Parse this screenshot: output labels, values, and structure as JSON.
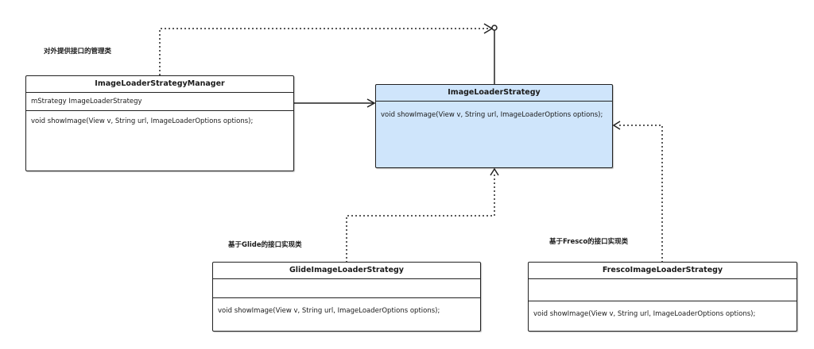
{
  "notes": {
    "manager": "对外提供接口的管理类",
    "glide": "基于Glide的接口实现类",
    "fresco": "基于Fresco的接口实现类"
  },
  "classes": {
    "manager": {
      "name": "ImageLoaderStrategyManager",
      "attribute": "mStrategy ImageLoaderStrategy",
      "operation": "void showImage(View v,  String url, ImageLoaderOptions options);"
    },
    "strategy": {
      "name": "ImageLoaderStrategy",
      "operation": "void showImage(View v,  String url, ImageLoaderOptions options);",
      "fill": "#cfe5fb"
    },
    "glide": {
      "name": "GlideImageLoaderStrategy",
      "attribute": "",
      "operation": "void showImage(View v,  String url, ImageLoaderOptions options);"
    },
    "fresco": {
      "name": "FrescoImageLoaderStrategy",
      "attribute": "",
      "operation": "void showImage(View v,  String url, ImageLoaderOptions options);"
    }
  }
}
